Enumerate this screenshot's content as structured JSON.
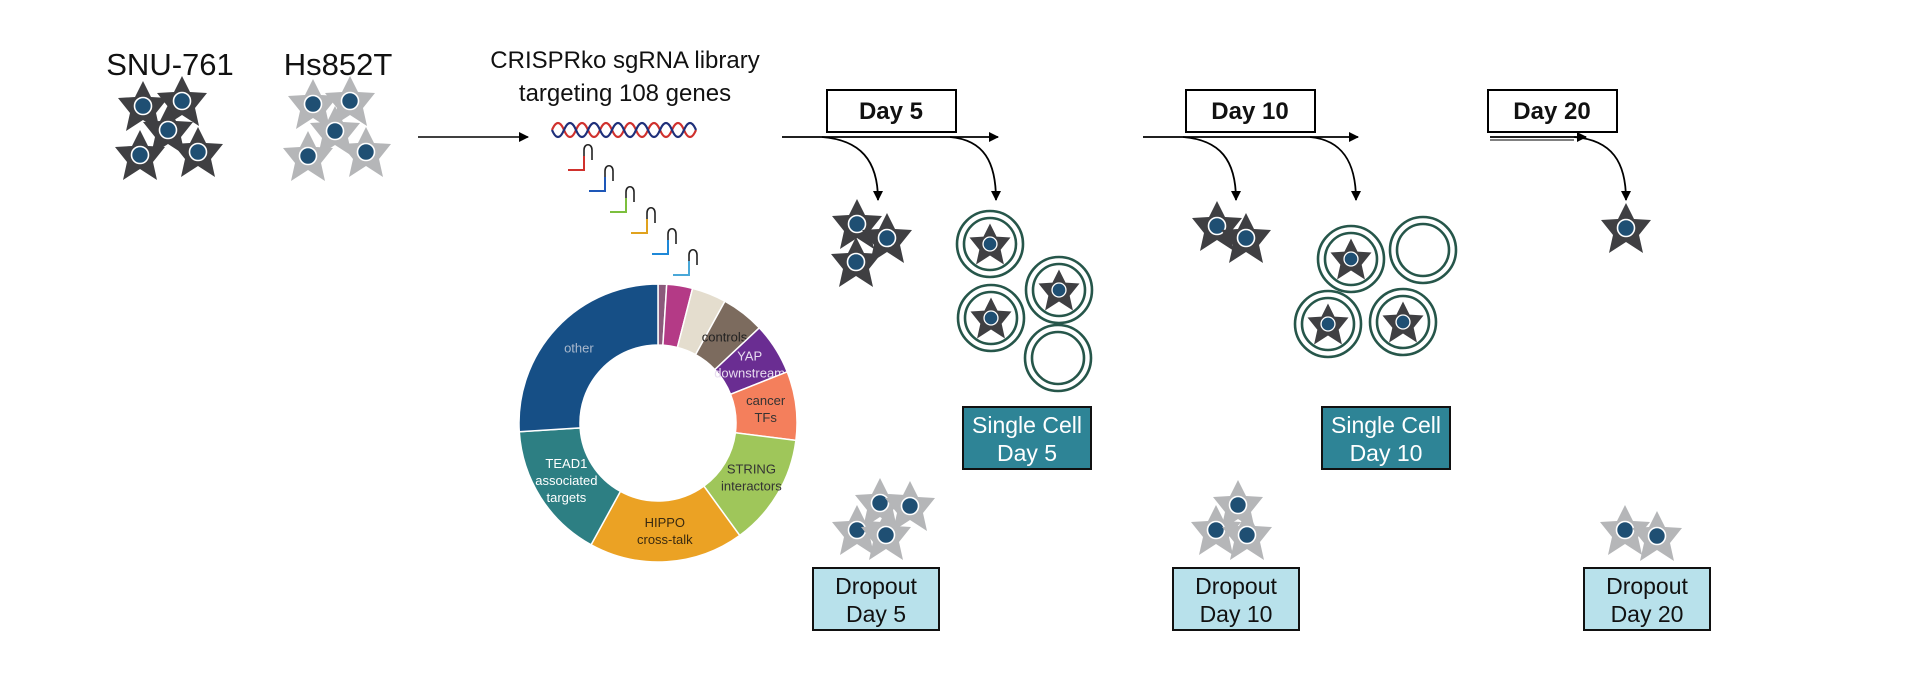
{
  "cell_lines": [
    "SNU-761",
    "Hs852T"
  ],
  "library": {
    "line1": "CRISPRko sgRNA library",
    "line2": "targeting 108 genes"
  },
  "timepoints": [
    {
      "label": "Day 5",
      "single_cell": [
        "Single Cell",
        "Day 5"
      ],
      "dropout": [
        "Dropout",
        "Day 5"
      ]
    },
    {
      "label": "Day 10",
      "single_cell": [
        "Single Cell",
        "Day 10"
      ],
      "dropout": [
        "Dropout",
        "Day 10"
      ]
    },
    {
      "label": "Day 20",
      "dropout": [
        "Dropout",
        "Day 20"
      ]
    }
  ],
  "chart_data": {
    "type": "pie",
    "style": "donut",
    "segments": [
      {
        "label": "",
        "value": 1,
        "color": "#8b5a7b"
      },
      {
        "label": "",
        "value": 3,
        "color": "#b43a86"
      },
      {
        "label": "",
        "value": 4,
        "color": "#e4ddce"
      },
      {
        "label": "controls",
        "value": 5,
        "color": "#7c6b5e"
      },
      {
        "label": "YAP downstream",
        "value": 6,
        "color": "#6a2d92"
      },
      {
        "label": "cancer TFs",
        "value": 8,
        "color": "#f47f5c"
      },
      {
        "label": "STRING interactors",
        "value": 13,
        "color": "#9fc65a"
      },
      {
        "label": "HIPPO cross-talk",
        "value": 18,
        "color": "#eba224"
      },
      {
        "label": "TEAD1 associated targets",
        "value": 16,
        "color": "#2d7f83"
      },
      {
        "label": "other",
        "value": 26,
        "color": "#164f86"
      }
    ]
  },
  "colors": {
    "cell_dark": "#3f3f42",
    "cell_light": "#b5b6b8",
    "nucleus": "#1f4f73",
    "single_cell_box": "#2e8496",
    "dropout_box": "#b8e1eb",
    "droplet_ring": "#26564a"
  }
}
